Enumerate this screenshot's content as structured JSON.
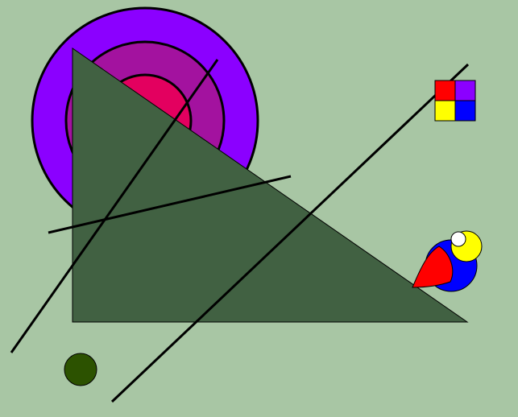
{
  "colors": {
    "background": "#a8c6a4",
    "outer_ring": "#8b00ff",
    "middle_ring": "#a3129f",
    "inner_ring": "#e3005f",
    "triangle": "#416142",
    "line": "#000000",
    "grid_red": "#ff0000",
    "grid_purple": "#8b00ff",
    "grid_yellow": "#ffff00",
    "grid_blue": "#0000ff",
    "bird_body": "#0000ff",
    "bird_head": "#ffff00",
    "bird_eye": "#ffffff",
    "bird_wing": "#ff0000",
    "small_circle": "#2c5200"
  },
  "shapes": [
    "concentric-circles",
    "right-triangle",
    "four-straight-lines",
    "four-color-grid",
    "bird-figure",
    "small-dark-circle"
  ]
}
